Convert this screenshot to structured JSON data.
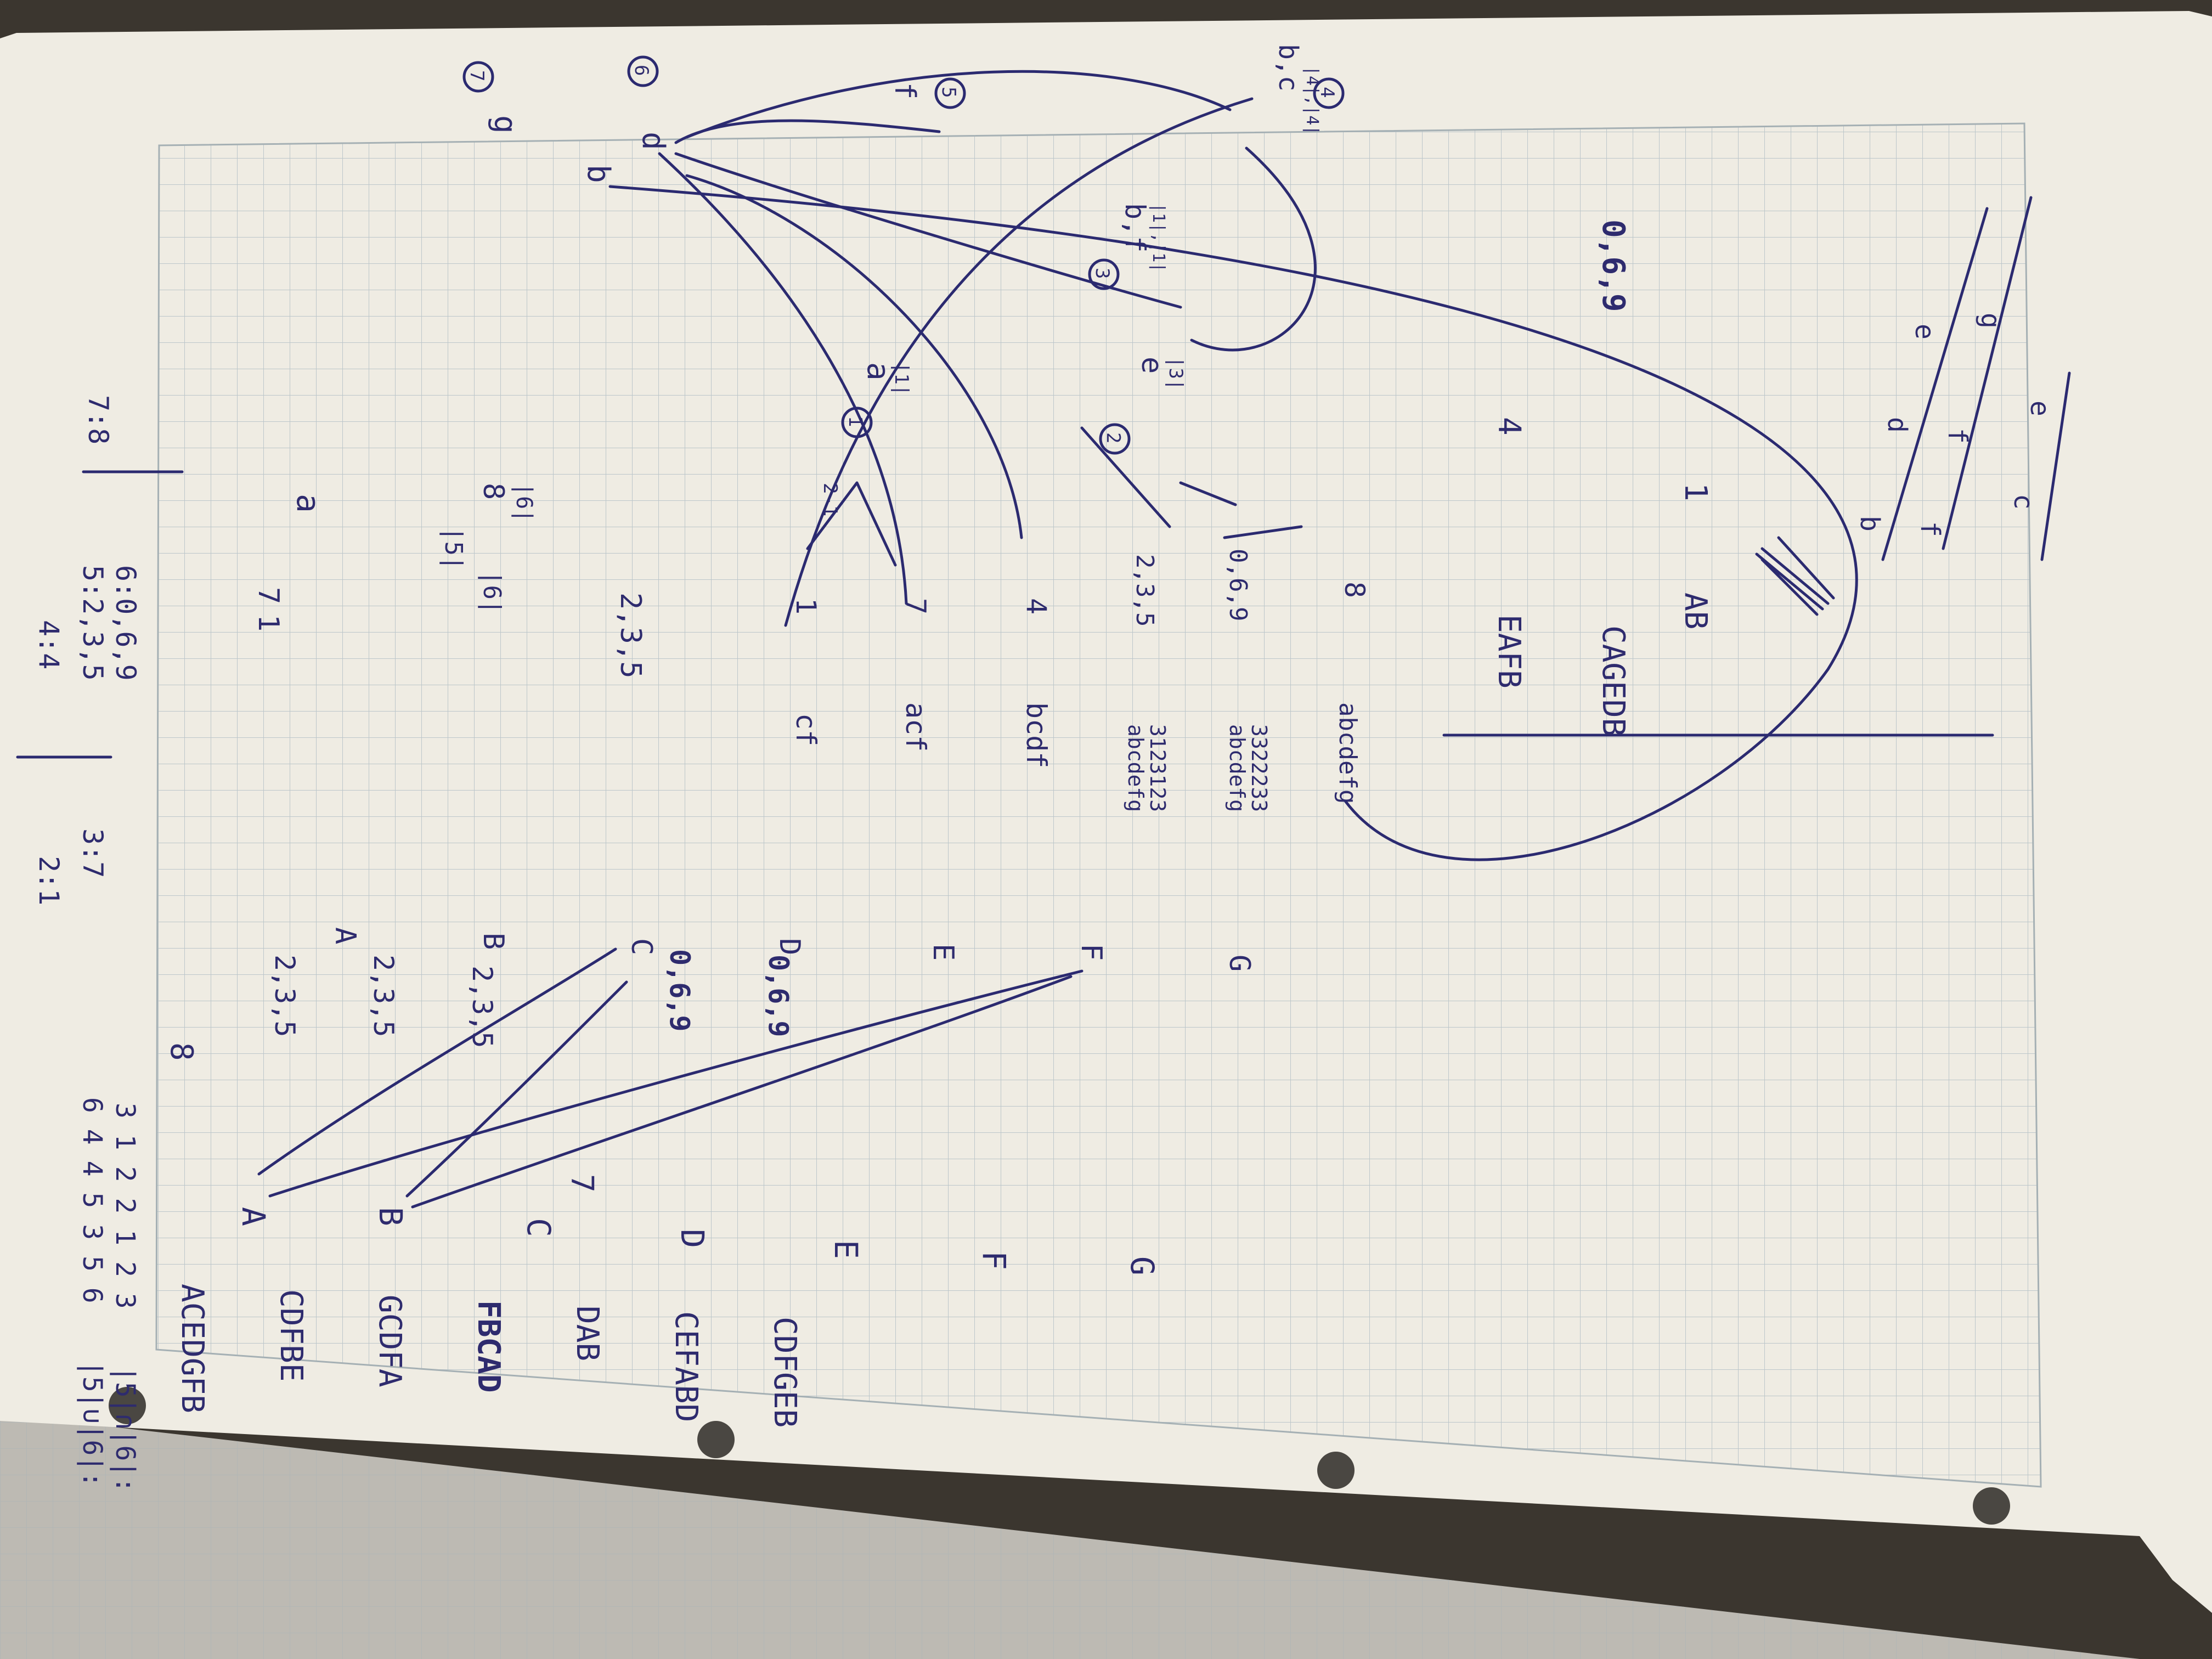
{
  "colors": {
    "ink": "#2b2a70",
    "paper": "#efece3",
    "grid": "#b9c4c8",
    "background": "#3b362f"
  },
  "top_notes": {
    "line1": "2:1",
    "line2": "3:7",
    "line3": "4:4",
    "line4": "5:2,3,5",
    "line5": "6:0,6,9",
    "line6": "7:8"
  },
  "graph_left_nodes": [
    "A",
    "B",
    "C",
    "D",
    "E",
    "F",
    "G"
  ],
  "graph_right_nodes": [
    "A",
    "B",
    "C",
    "D",
    "E",
    "F",
    "G"
  ],
  "annotations": {
    "a_note_top": "7",
    "a_note_bottom": "1",
    "a_value": "a",
    "b_s5": "|5|",
    "b_s6": "|6|",
    "b_value": "8",
    "b_value_sub": "|6|",
    "c_value": "2,3,5"
  },
  "letter_rows": {
    "row1": "cf",
    "row2": "acf",
    "row3": "bcdf",
    "row4_top": "abcdefg",
    "row4_bottom": "3123123",
    "row5_top": "abcdefg",
    "row5_bottom": "3322233",
    "row6": "abcdefg"
  },
  "right_column_values": [
    "1",
    "7",
    "4",
    "2,3,5",
    "0,6,9",
    "8"
  ],
  "tree": {
    "node1_label": "2-1",
    "node1_circle": "1",
    "node1_value": "a",
    "node1_sub": "|1|",
    "node2_circle": "2",
    "node2_value": "e",
    "node2_sub": "|3|",
    "node3_circle": "3",
    "node3_value": "b,f",
    "node3_sub": "|1|,|1|",
    "node4_circle": "4",
    "node4_value": "b,c",
    "node4_sub": "|4|,|4|",
    "node5_circle": "5",
    "node5_value": "f",
    "node6_circle": "6",
    "node6_value": "d",
    "node7_circle": "7",
    "node7_value": "g",
    "node_top_left": "b"
  },
  "right_panel": {
    "row1_word": "EAFB",
    "row1_value": "4",
    "row2_word": "CAGEDB",
    "row2_value": "0,6,9",
    "row3_word": "AB",
    "row3_value": "1"
  },
  "word_list": [
    {
      "word": "ACEDGFB",
      "value": "8"
    },
    {
      "word": "CDFBE",
      "value": "2,3,5"
    },
    {
      "word": "GCDFA",
      "value": "2,3,5"
    },
    {
      "word": "FBCAD",
      "value": "2,3,5"
    },
    {
      "word": "DAB",
      "value": "7"
    },
    {
      "word": "CEFABD",
      "value": "0,6,9"
    },
    {
      "word": "CDFGEB",
      "value": "0,6,9"
    }
  ],
  "bottom_formula": {
    "line1_left": "|5|∪|6|:",
    "line1_right": "6 4 4 5 3 5 6",
    "line2_left": "|5|∩|6|:",
    "line2_right": "3 1 2 2 1 2 3"
  },
  "diagonal_marks": [
    "b",
    "d",
    "e",
    "f",
    "f",
    "g",
    "c",
    "e"
  ]
}
